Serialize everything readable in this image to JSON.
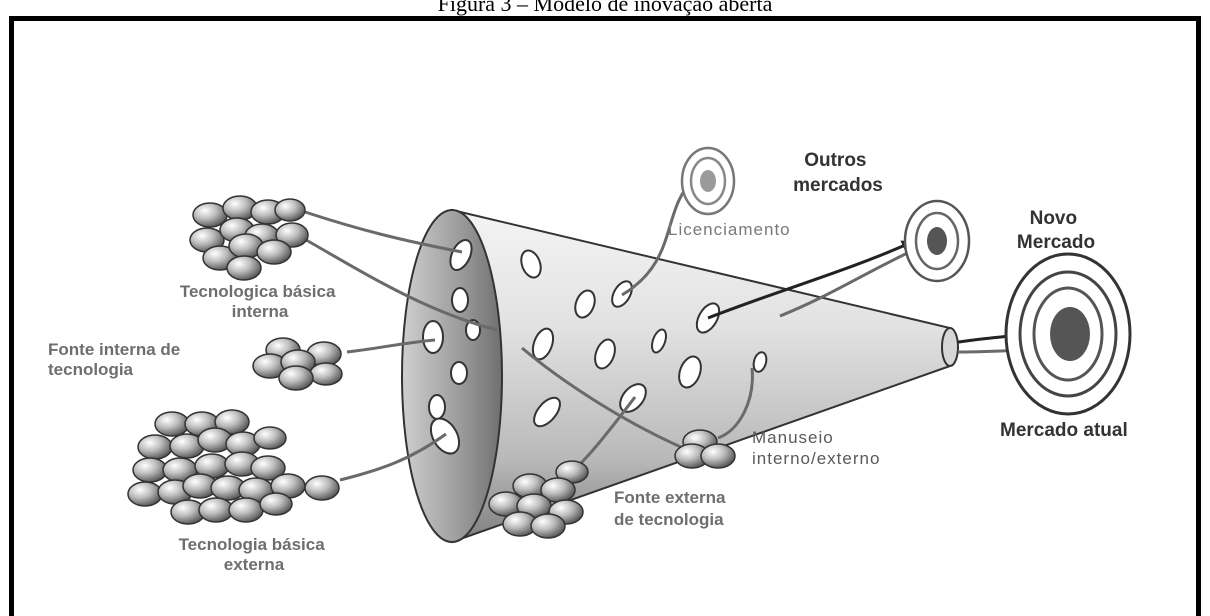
{
  "figure": {
    "caption": "Figura 3 – Modelo de inovação aberta"
  },
  "labels": {
    "tecnologica_basica_interna": [
      "Tecnologica básica",
      "interna"
    ],
    "fonte_interna": [
      "Fonte interna de",
      "tecnologia"
    ],
    "tecnologia_basica_externa": [
      "Tecnologia básica",
      "externa"
    ],
    "fonte_externa": [
      "Fonte externa",
      "de tecnologia"
    ],
    "manuseio": [
      "Manuseio",
      "interno/externo"
    ],
    "licenciamento": "Licenciamento",
    "outros_mercados": [
      "Outros",
      "mercados"
    ],
    "novo_mercado": [
      "Novo",
      "Mercado"
    ],
    "mercado_atual": "Mercado atual"
  },
  "colors": {
    "funnel_light": "#f2f2f2",
    "funnel_dark": "#8a8a8a",
    "target_center": "#555555",
    "sphere_dark": "#6b6b6b",
    "line": "#6a6a6a"
  }
}
